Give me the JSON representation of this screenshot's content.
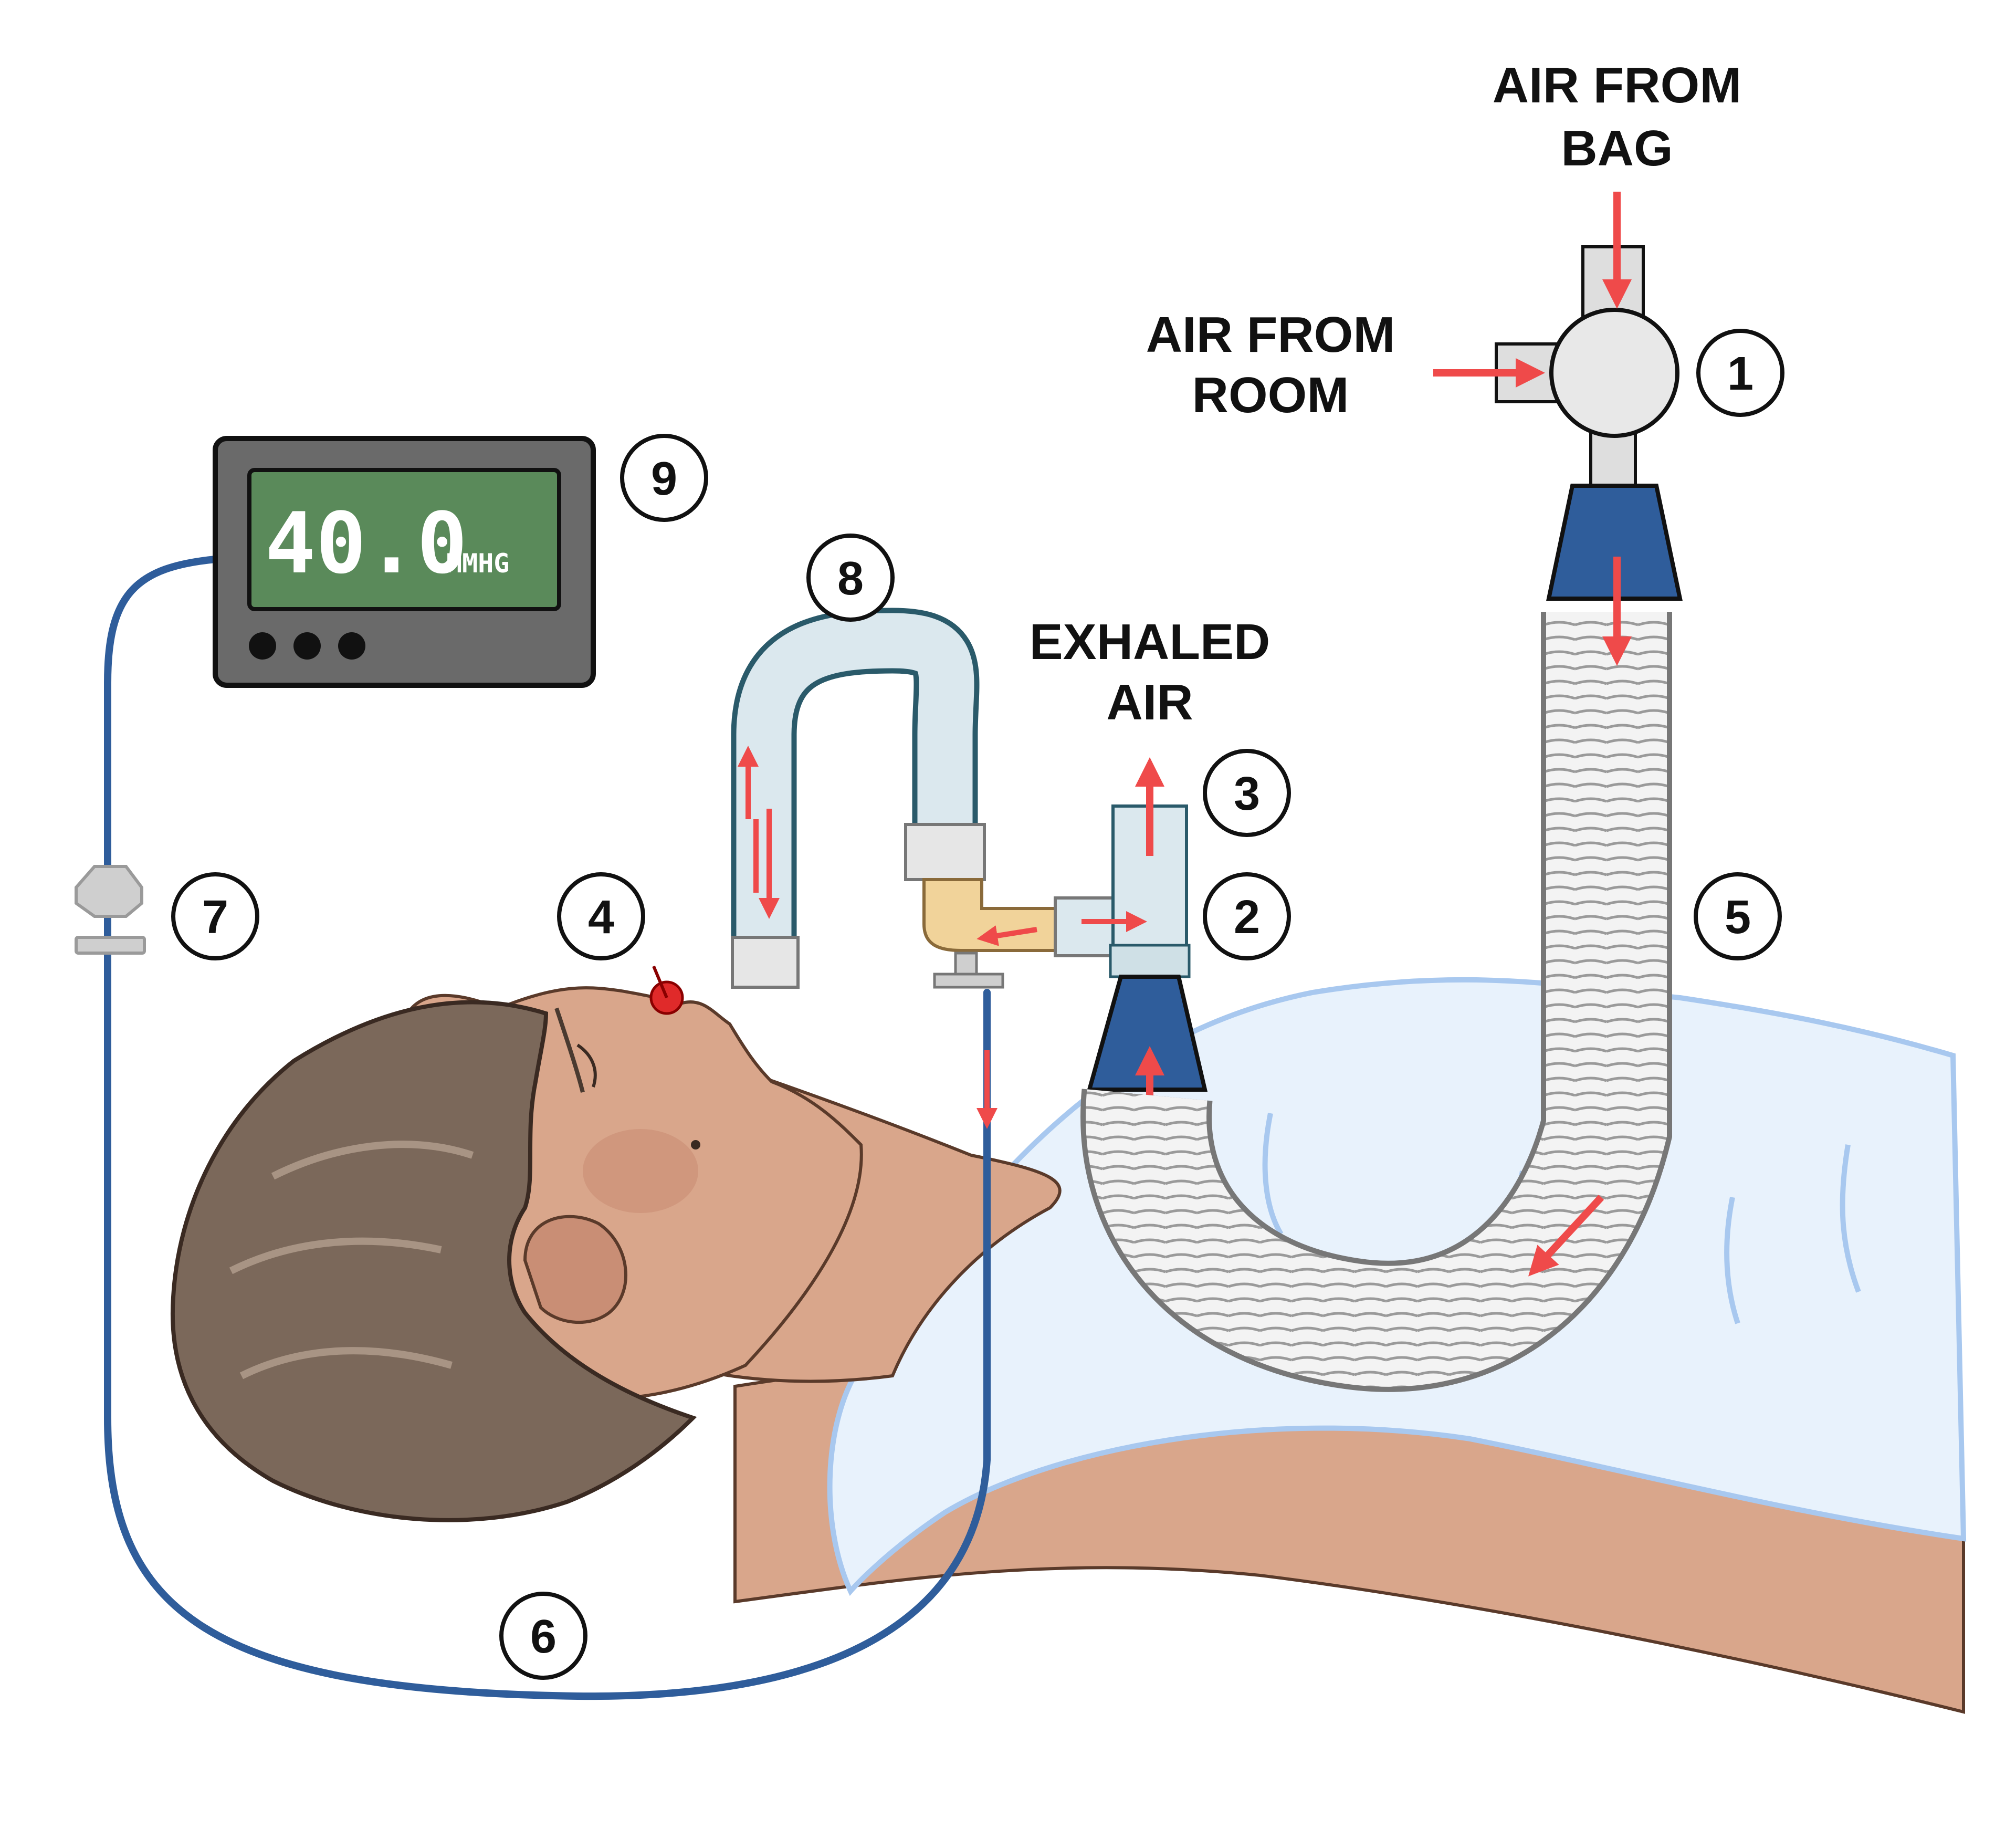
{
  "labels": {
    "air_from_bag": [
      "AIR FROM",
      "BAG"
    ],
    "air_from_room": [
      "AIR FROM",
      "ROOM"
    ],
    "exhaled_air": [
      "EXHALED",
      "AIR"
    ]
  },
  "callouts": [
    "1",
    "2",
    "3",
    "4",
    "5",
    "6",
    "7",
    "8",
    "9"
  ],
  "monitor": {
    "value": "40.0",
    "unit": "MMHG"
  },
  "colors": {
    "arrow": "#ef4a4a",
    "tube_blue": "#2f5d9b",
    "skin": "#d9a68b",
    "hair": "#7b685a",
    "gown": "#e8f2fc",
    "gown_edge": "#a8c8ef",
    "monitor_body": "#6a6a6a",
    "lcd": "#5a8a5a",
    "corrugated": "#f2f2f2",
    "acrylic": "#dbe8ee"
  }
}
